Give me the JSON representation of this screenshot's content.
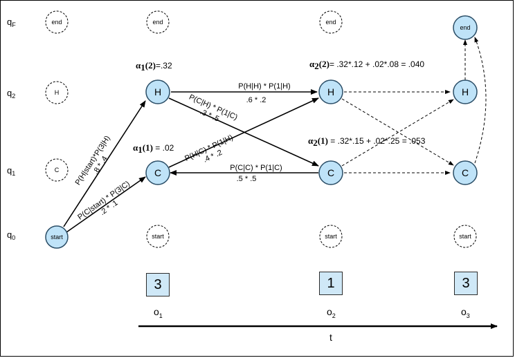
{
  "row_labels": {
    "qF": "q",
    "qF_sub": "F",
    "q2": "q",
    "q2_sub": "2",
    "q1": "q",
    "q1_sub": "1",
    "q0": "q",
    "q0_sub": "0"
  },
  "states": {
    "end": "end",
    "H": "H",
    "C": "C",
    "start": "start"
  },
  "alphas": {
    "a1_2": {
      "sym": "α",
      "sub": "1",
      "arg": "(2)",
      "rest": "=.32"
    },
    "a1_1": {
      "sym": "α",
      "sub": "1",
      "arg": "(1)",
      "rest": " = .02"
    },
    "a2_2": {
      "sym": "α",
      "sub": "2",
      "arg": "(2)",
      "rest": "= .32*.12 + .02*.08 = .040"
    },
    "a2_1": {
      "sym": "α",
      "sub": "2",
      "arg": "(1)",
      "rest": " = .32*.15 + .02*.25 = .053"
    }
  },
  "edge_labels": {
    "start_H_1": "P(H|start)*P(3|H)",
    "start_H_2": ".8 * .4",
    "start_C_1": "P(C|start) * P(3|C)",
    "start_C_2": ".2 * .1",
    "HH_1": "P(H|H) * P(1|H)",
    "HH_2": ".6 * .2",
    "HC_1": "P(C|H) * P(1|C)",
    "HC_2": ".3 * .5",
    "CH_1": "P(H|C) * P(1|H)",
    "CH_2": ".4 * .2",
    "CC_1": "P(C|C) * P(1|C)",
    "CC_2": ".5 * .5"
  },
  "observations": [
    {
      "value": "3",
      "label": "o",
      "sub": "1"
    },
    {
      "value": "1",
      "label": "o",
      "sub": "2"
    },
    {
      "value": "3",
      "label": "o",
      "sub": "3"
    }
  ],
  "time_axis_label": "t",
  "colors": {
    "node_fill": "#bfe3f8",
    "node_stroke": "#2a4d66",
    "obs_fill": "#cfe8f7"
  }
}
